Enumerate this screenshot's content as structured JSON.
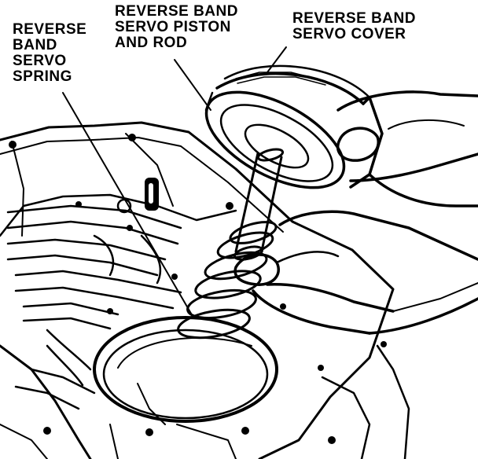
{
  "labels": {
    "spring": "REVERSE\nBAND\nSERVO\nSPRING",
    "piston": "REVERSE BAND\nSERVO PISTON\nAND ROD",
    "cover": "REVERSE BAND\nSERVO COVER"
  },
  "colors": {
    "ink": "#000000",
    "paper": "#ffffff"
  }
}
